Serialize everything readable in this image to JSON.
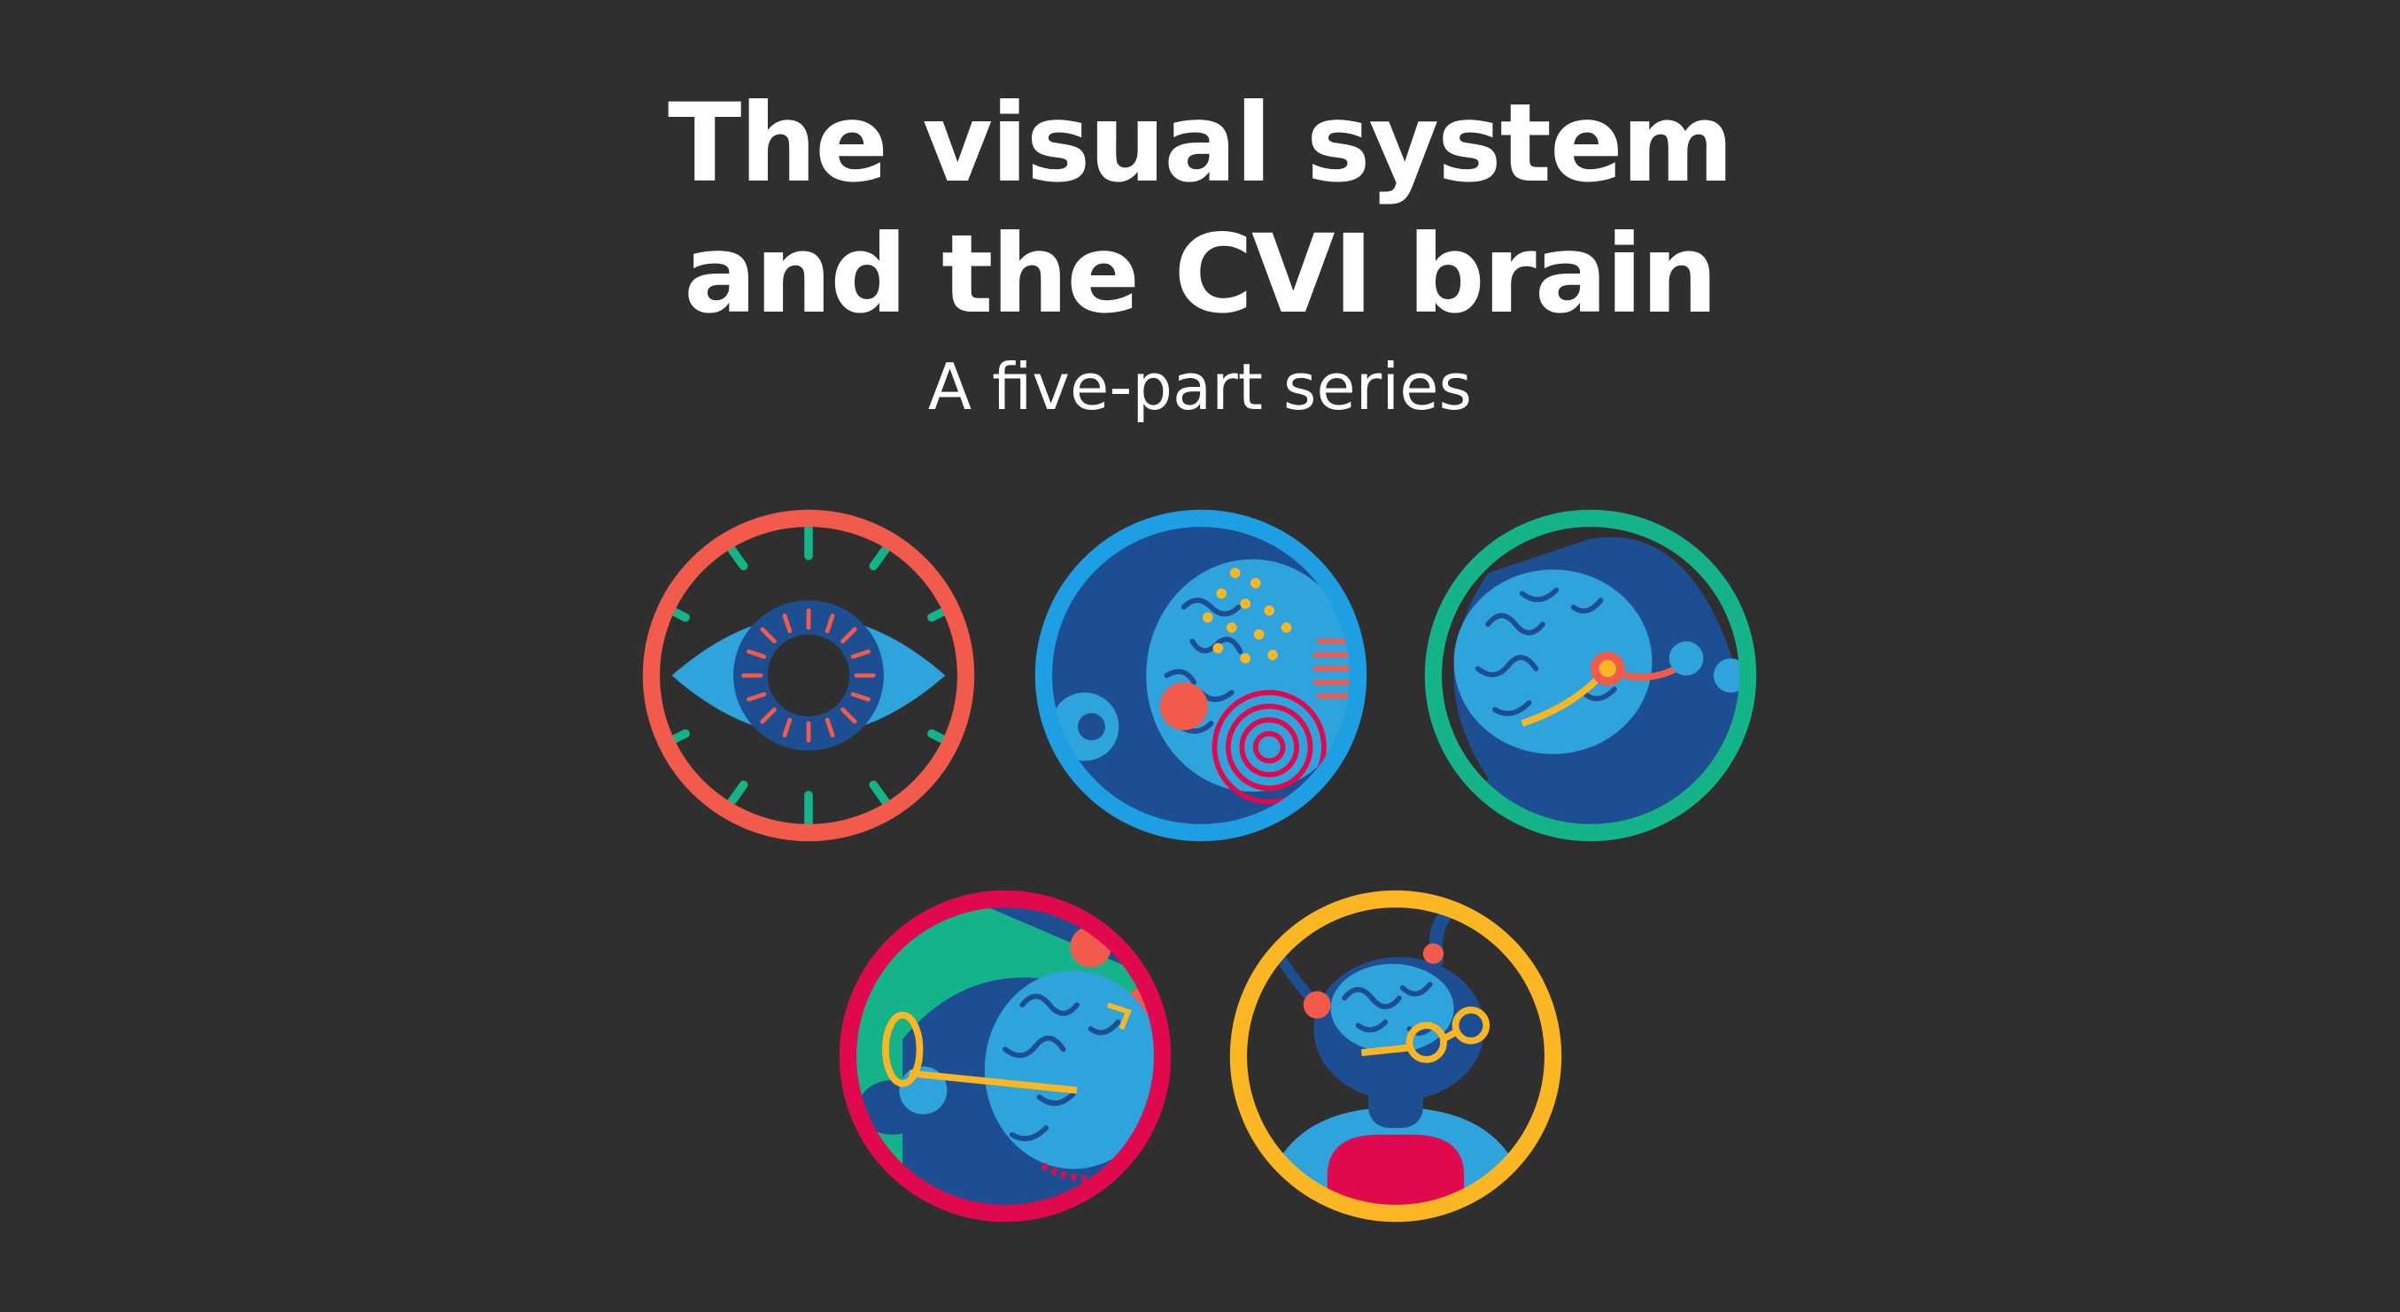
{
  "title": {
    "line1": "The visual system",
    "line2": "and the CVI brain"
  },
  "subtitle": "A five-part series",
  "colors": {
    "background": "#2f2f2f",
    "text": "#ffffff",
    "coral": "#f25a4c",
    "sky": "#1e9fe3",
    "green": "#14b389",
    "crimson": "#e0094d",
    "gold": "#fbb723",
    "navy": "#1d4e91",
    "lightblue": "#2fa3dc"
  },
  "badges": [
    {
      "icon": "eye-icon",
      "ring": "#f25a4c"
    },
    {
      "icon": "head-brain-spiral-icon",
      "ring": "#1e9fe3"
    },
    {
      "icon": "head-brain-optic-icon",
      "ring": "#14b389"
    },
    {
      "icon": "head-brain-glasses-profile-icon",
      "ring": "#e0094d"
    },
    {
      "icon": "child-brain-glasses-icon",
      "ring": "#fbb723"
    }
  ]
}
